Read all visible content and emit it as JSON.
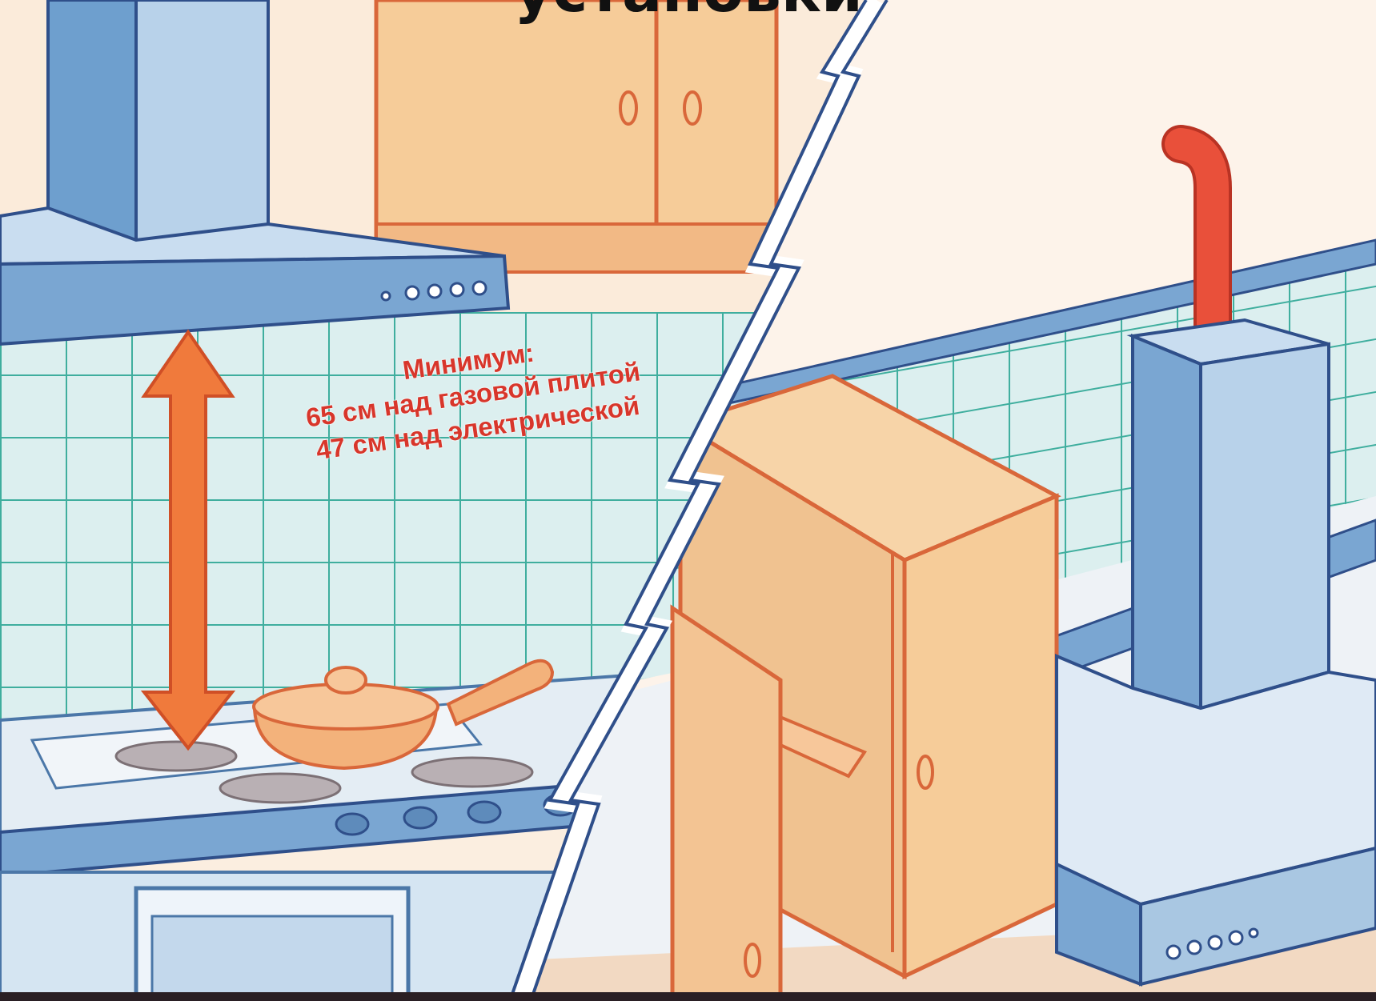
{
  "title": "установки",
  "annotation": {
    "heading": "Минимум:",
    "line_gas": "65 см над газовой плитой",
    "line_electric": "47 см над электрической"
  },
  "colors": {
    "arrow": "#f07a3c",
    "label_text": "#d8362b",
    "tile": "#dcefef",
    "grout": "#3fae9e",
    "hood_steel": "#a9c7e2",
    "cabinet": "#f6cc99",
    "pipe": "#e9503a"
  }
}
